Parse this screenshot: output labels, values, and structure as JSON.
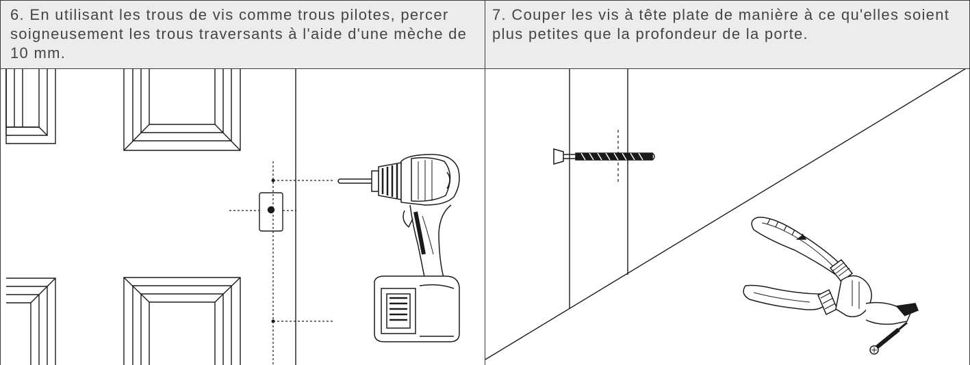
{
  "steps": [
    {
      "number": "6.",
      "text": "En utilisant les trous de vis comme trous pilotes, percer soigneusement les trous traversants à l'aide d'une mèche de 10 mm.",
      "illustration": [
        "door-panels-icon",
        "lock-plate-icon",
        "cordless-drill-icon"
      ]
    },
    {
      "number": "7.",
      "text": "Couper les vis à tête plate de manière à ce qu'elles soient plus petites que la profondeur de la porte.",
      "illustration": [
        "screw-icon",
        "wire-cutter-pliers-icon"
      ]
    }
  ],
  "colors": {
    "caption_bg": "#ececec",
    "line": "#1a1a1a",
    "caption_text": "#444444"
  }
}
